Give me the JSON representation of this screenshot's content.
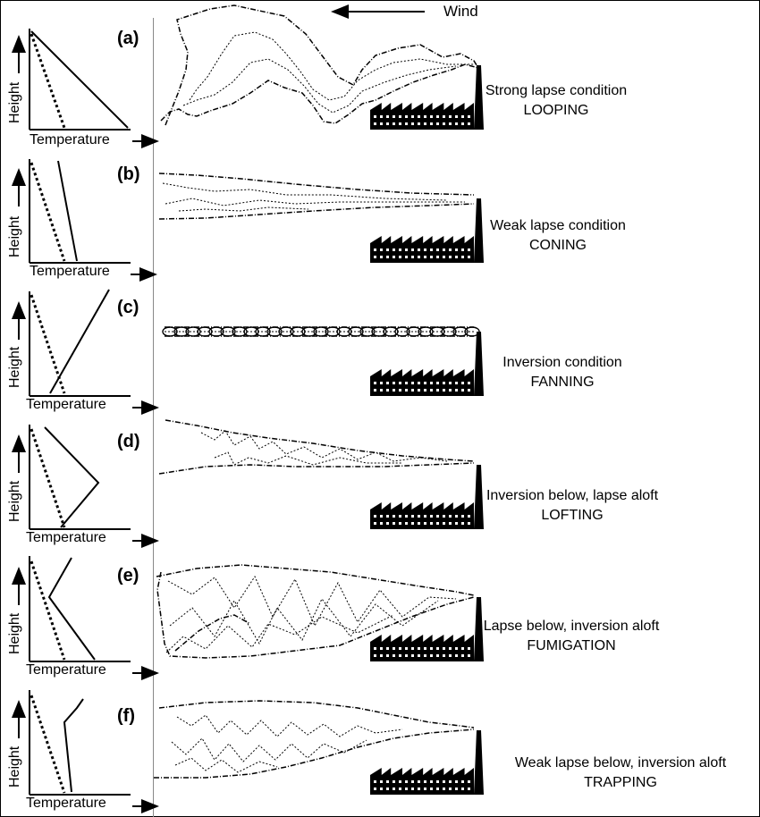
{
  "wind_label": "Wind",
  "axis": {
    "y": "Height",
    "x": "Temperature"
  },
  "panels": [
    {
      "letter": "(a)",
      "condition": "Strong lapse condition",
      "plume": "LOOPING"
    },
    {
      "letter": "(b)",
      "condition": "Weak lapse condition",
      "plume": "CONING"
    },
    {
      "letter": "(c)",
      "condition": "Inversion condition",
      "plume": "FANNING"
    },
    {
      "letter": "(d)",
      "condition": "Inversion below, lapse aloft",
      "plume": "LOFTING"
    },
    {
      "letter": "(e)",
      "condition": "Lapse below, inversion aloft",
      "plume": "FUMIGATION"
    },
    {
      "letter": "(f)",
      "condition": "Weak lapse below, inversion aloft",
      "plume": "TRAPPING"
    }
  ]
}
